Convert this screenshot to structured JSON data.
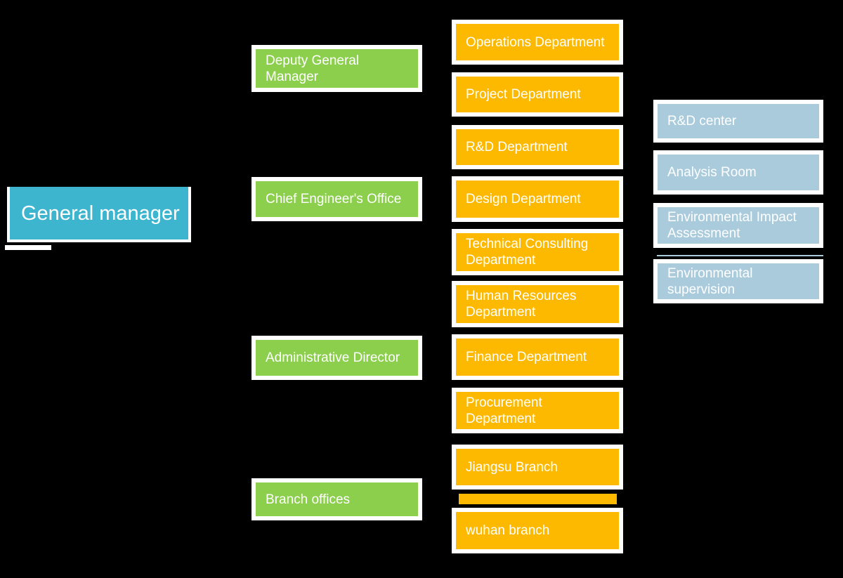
{
  "palette": {
    "background": "#000000",
    "teal": "#3eb5cf",
    "green": "#8ccf4d",
    "orange": "#fcb900",
    "blue": "#a9cbdc",
    "border": "#ffffff",
    "text": "#ffffff"
  },
  "org": {
    "root": {
      "label": "General manager"
    },
    "managers": [
      {
        "label": "Deputy General\nManager"
      },
      {
        "label": "Chief Engineer's Office"
      },
      {
        "label": "Administrative Director"
      },
      {
        "label": "Branch offices"
      }
    ],
    "departments": [
      {
        "label": "Operations Department"
      },
      {
        "label": "Project Department"
      },
      {
        "label": "R&D Department"
      },
      {
        "label": "Design Department"
      },
      {
        "label": "Technical Consulting\nDepartment"
      },
      {
        "label": "Human Resources\nDepartment"
      },
      {
        "label": "Finance Department"
      },
      {
        "label": "Procurement\nDepartment"
      }
    ],
    "branches": [
      {
        "label": "Jiangsu Branch"
      },
      {
        "label": "wuhan branch"
      }
    ],
    "research_units": [
      {
        "label": "R&D center"
      },
      {
        "label": "Analysis Room"
      },
      {
        "label": "Environmental Impact\nAssessment"
      },
      {
        "label": "Environmental\nsupervision"
      }
    ]
  }
}
